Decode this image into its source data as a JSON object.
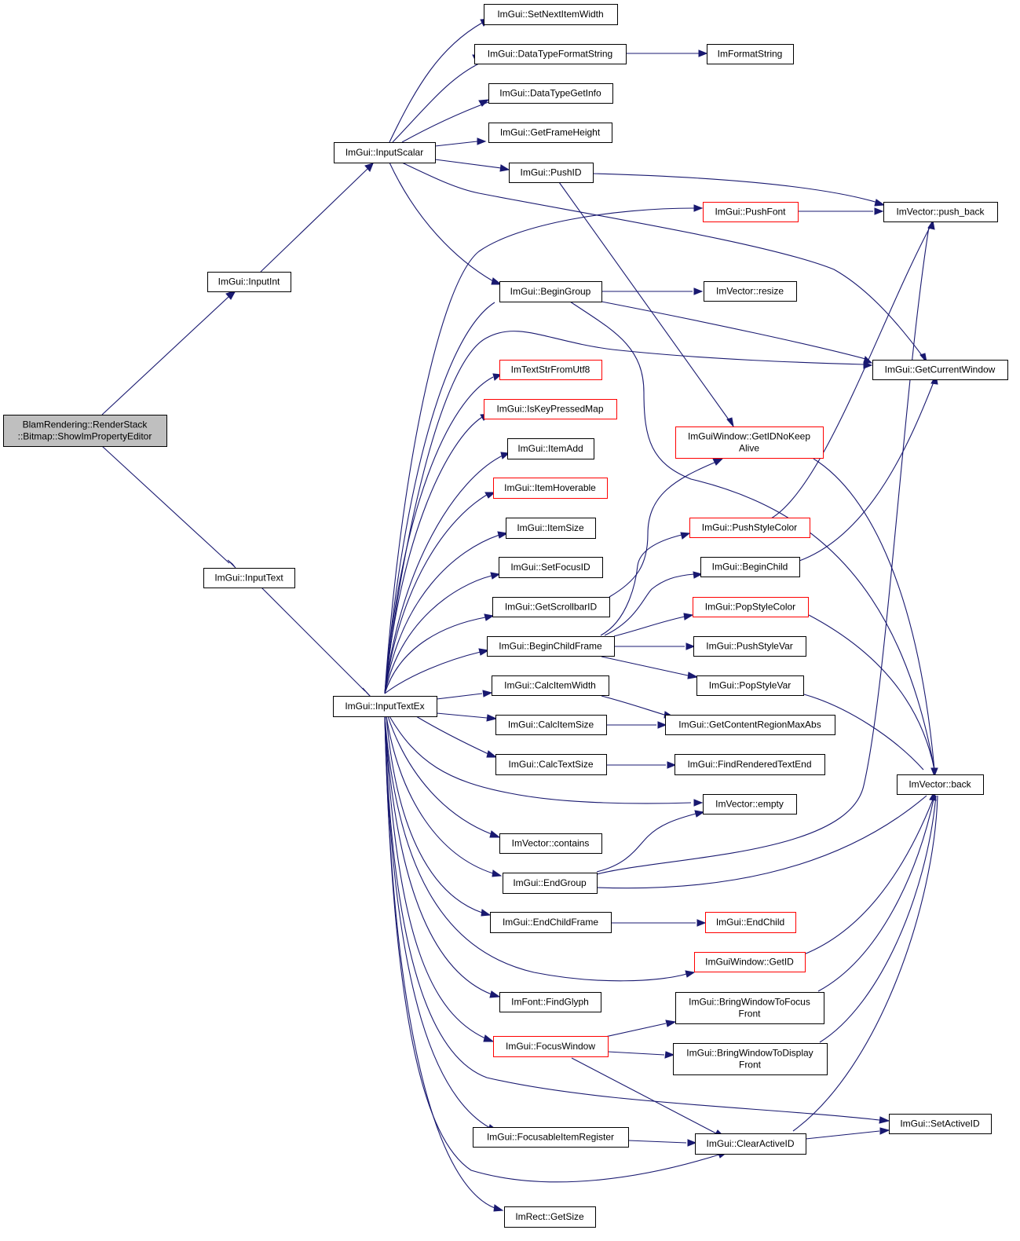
{
  "colors": {
    "edge": "#191970",
    "border_normal": "#000000",
    "border_truncated": "#ff0000",
    "fill_root": "#bfbfbf",
    "fill_normal": "#ffffff"
  },
  "nodes": [
    {
      "id": "root",
      "lines": [
        "BlamRendering::RenderStack",
        "::Bitmap::ShowImPropertyEditor"
      ],
      "style": "root"
    },
    {
      "id": "inputint",
      "lines": [
        "ImGui::InputInt"
      ],
      "style": "normal"
    },
    {
      "id": "inputtext",
      "lines": [
        "ImGui::InputText"
      ],
      "style": "normal"
    },
    {
      "id": "inputscalar",
      "lines": [
        "ImGui::InputScalar"
      ],
      "style": "normal"
    },
    {
      "id": "inputtextex",
      "lines": [
        "ImGui::InputTextEx"
      ],
      "style": "normal"
    },
    {
      "id": "setnextitemwidth",
      "lines": [
        "ImGui::SetNextItemWidth"
      ],
      "style": "normal"
    },
    {
      "id": "datatypeformatstring",
      "lines": [
        "ImGui::DataTypeFormatString"
      ],
      "style": "normal"
    },
    {
      "id": "datatypegetinfo",
      "lines": [
        "ImGui::DataTypeGetInfo"
      ],
      "style": "normal"
    },
    {
      "id": "getframeheight",
      "lines": [
        "ImGui::GetFrameHeight"
      ],
      "style": "normal"
    },
    {
      "id": "pushid",
      "lines": [
        "ImGui::PushID"
      ],
      "style": "normal"
    },
    {
      "id": "beginGroup",
      "lines": [
        "ImGui::BeginGroup"
      ],
      "style": "normal"
    },
    {
      "id": "imtextstrfromutf8",
      "lines": [
        "ImTextStrFromUtf8"
      ],
      "style": "truncated"
    },
    {
      "id": "iskeypressedmap",
      "lines": [
        "ImGui::IsKeyPressedMap"
      ],
      "style": "truncated"
    },
    {
      "id": "itemadd",
      "lines": [
        "ImGui::ItemAdd"
      ],
      "style": "normal"
    },
    {
      "id": "itemhoverable",
      "lines": [
        "ImGui::ItemHoverable"
      ],
      "style": "truncated"
    },
    {
      "id": "itemsize",
      "lines": [
        "ImGui::ItemSize"
      ],
      "style": "normal"
    },
    {
      "id": "setfocusid",
      "lines": [
        "ImGui::SetFocusID"
      ],
      "style": "normal"
    },
    {
      "id": "getscrollbarid",
      "lines": [
        "ImGui::GetScrollbarID"
      ],
      "style": "normal"
    },
    {
      "id": "beginchildframe",
      "lines": [
        "ImGui::BeginChildFrame"
      ],
      "style": "normal"
    },
    {
      "id": "calcitemwidth",
      "lines": [
        "ImGui::CalcItemWidth"
      ],
      "style": "normal"
    },
    {
      "id": "calcitemsize",
      "lines": [
        "ImGui::CalcItemSize"
      ],
      "style": "normal"
    },
    {
      "id": "calctextsize",
      "lines": [
        "ImGui::CalcTextSize"
      ],
      "style": "normal"
    },
    {
      "id": "imvectorcontains",
      "lines": [
        "ImVector::contains"
      ],
      "style": "normal"
    },
    {
      "id": "endgroup",
      "lines": [
        "ImGui::EndGroup"
      ],
      "style": "normal"
    },
    {
      "id": "endchildframe",
      "lines": [
        "ImGui::EndChildFrame"
      ],
      "style": "normal"
    },
    {
      "id": "imfontfindglyph",
      "lines": [
        "ImFont::FindGlyph"
      ],
      "style": "normal"
    },
    {
      "id": "focuswindow",
      "lines": [
        "ImGui::FocusWindow"
      ],
      "style": "truncated"
    },
    {
      "id": "focusableitemregister",
      "lines": [
        "ImGui::FocusableItemRegister"
      ],
      "style": "normal"
    },
    {
      "id": "imrectgetsize",
      "lines": [
        "ImRect::GetSize"
      ],
      "style": "normal"
    },
    {
      "id": "imformatstring",
      "lines": [
        "ImFormatString"
      ],
      "style": "normal"
    },
    {
      "id": "pushfont",
      "lines": [
        "ImGui::PushFont"
      ],
      "style": "truncated"
    },
    {
      "id": "imvectorresize",
      "lines": [
        "ImVector::resize"
      ],
      "style": "normal"
    },
    {
      "id": "getidnokeepalive",
      "lines": [
        "ImGuiWindow::GetIDNoKeep",
        "Alive"
      ],
      "style": "truncated"
    },
    {
      "id": "pushstylecolor",
      "lines": [
        "ImGui::PushStyleColor"
      ],
      "style": "truncated"
    },
    {
      "id": "beginchild",
      "lines": [
        "ImGui::BeginChild"
      ],
      "style": "normal"
    },
    {
      "id": "popstylecolor",
      "lines": [
        "ImGui::PopStyleColor"
      ],
      "style": "truncated"
    },
    {
      "id": "pushstylevar",
      "lines": [
        "ImGui::PushStyleVar"
      ],
      "style": "normal"
    },
    {
      "id": "popstylevar",
      "lines": [
        "ImGui::PopStyleVar"
      ],
      "style": "normal"
    },
    {
      "id": "getcontentregionmaxabs",
      "lines": [
        "ImGui::GetContentRegionMaxAbs"
      ],
      "style": "normal"
    },
    {
      "id": "findrenderedtextend",
      "lines": [
        "ImGui::FindRenderedTextEnd"
      ],
      "style": "normal"
    },
    {
      "id": "imvectorempty",
      "lines": [
        "ImVector::empty"
      ],
      "style": "normal"
    },
    {
      "id": "endchild",
      "lines": [
        "ImGui::EndChild"
      ],
      "style": "truncated"
    },
    {
      "id": "windowgetid",
      "lines": [
        "ImGuiWindow::GetID"
      ],
      "style": "truncated"
    },
    {
      "id": "bringwindowtofocusfront",
      "lines": [
        "ImGui::BringWindowToFocus",
        "Front"
      ],
      "style": "normal"
    },
    {
      "id": "bringwindowtodisplayfront",
      "lines": [
        "ImGui::BringWindowToDisplay",
        "Front"
      ],
      "style": "normal"
    },
    {
      "id": "clearactiveid",
      "lines": [
        "ImGui::ClearActiveID"
      ],
      "style": "normal"
    },
    {
      "id": "imvectorpushback",
      "lines": [
        "ImVector::push_back"
      ],
      "style": "normal"
    },
    {
      "id": "getcurrentwindow",
      "lines": [
        "ImGui::GetCurrentWindow"
      ],
      "style": "normal"
    },
    {
      "id": "imvectorback",
      "lines": [
        "ImVector::back"
      ],
      "style": "normal"
    },
    {
      "id": "setactiveid",
      "lines": [
        "ImGui::SetActiveID"
      ],
      "style": "normal"
    }
  ]
}
